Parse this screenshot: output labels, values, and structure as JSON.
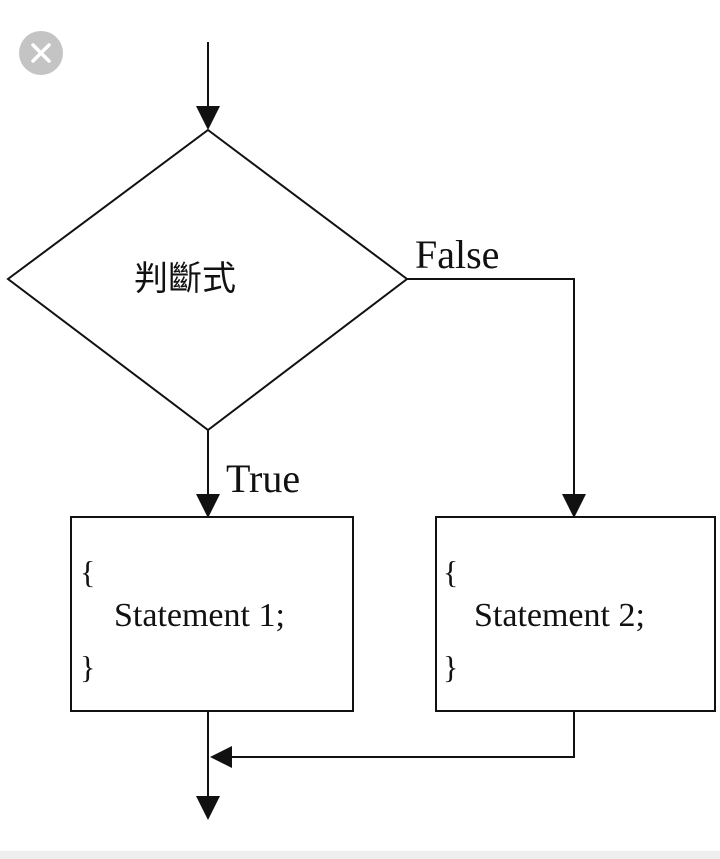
{
  "diagram": {
    "decision": "判斷式",
    "false_label": "False",
    "true_label": "True",
    "box_left": {
      "open": "{",
      "statement": "Statement 1;",
      "close": "}"
    },
    "box_right": {
      "open": "{",
      "statement": "Statement 2;",
      "close": "}"
    }
  },
  "icons": {
    "close": "close-icon"
  },
  "colors": {
    "line": "#111111",
    "close_button_bg": "#c4c4c4",
    "close_glyph": "#ffffff"
  }
}
